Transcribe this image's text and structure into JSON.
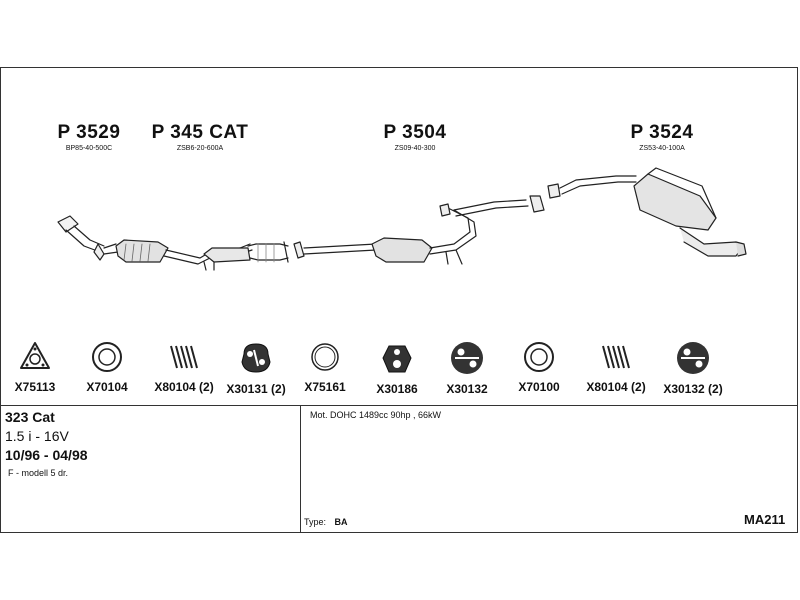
{
  "parts": [
    {
      "number": "P 3529",
      "code": "BP85-40-500C"
    },
    {
      "number": "P 345 CAT",
      "code": "ZSB6-20-600A"
    },
    {
      "number": "P 3504",
      "code": "ZS09-40-300"
    },
    {
      "number": "P 3524",
      "code": "ZS53-40-100A"
    }
  ],
  "accessories": [
    {
      "code": "X75113",
      "icon": "triangle-gasket-icon"
    },
    {
      "code": "X70104",
      "icon": "ring-gasket-icon"
    },
    {
      "code": "X80104 (2)",
      "icon": "spring-icon"
    },
    {
      "code": "X30131 (2)",
      "icon": "rubber-hanger-icon"
    },
    {
      "code": "X75161",
      "icon": "ring-gasket-icon"
    },
    {
      "code": "X30186",
      "icon": "rubber-hanger-icon"
    },
    {
      "code": "X30132",
      "icon": "rubber-hanger-icon"
    },
    {
      "code": "X70100",
      "icon": "ring-gasket-icon"
    },
    {
      "code": "X80104 (2)",
      "icon": "spring-icon"
    },
    {
      "code": "X30132 (2)",
      "icon": "rubber-hanger-icon"
    }
  ],
  "vehicle": {
    "model": "323 Cat",
    "engine": "1.5 i - 16V",
    "years": "10/96 - 04/98",
    "variant": "F - modell 5 dr."
  },
  "motor": "Mot. DOHC 1489cc 90hp , 66kW",
  "type_label": "Type:",
  "type_value": "BA",
  "diagram_code": "MA211"
}
